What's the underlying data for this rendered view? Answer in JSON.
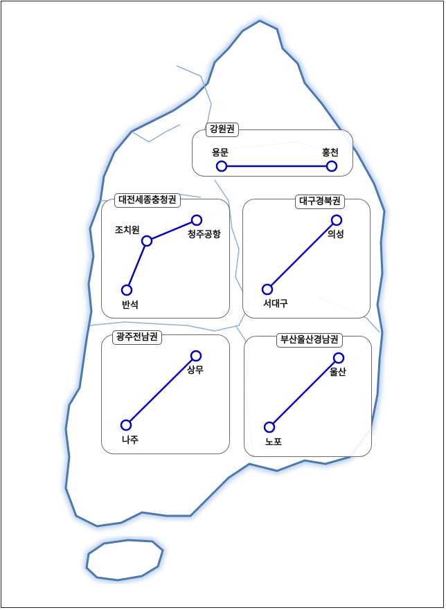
{
  "map": {
    "line_color": "#0000cc",
    "land_fill": "#ffffff",
    "coast_color": "#4a78b0",
    "border_color": "#8fb0d8"
  },
  "regions": [
    {
      "id": "gangwon",
      "name": "강원권",
      "stations": [
        {
          "id": "yongmun",
          "name": "용문"
        },
        {
          "id": "hongcheon",
          "name": "홍천"
        }
      ]
    },
    {
      "id": "chungcheong",
      "name": "대전세종충청권",
      "stations": [
        {
          "id": "jochiwon",
          "name": "조치원"
        },
        {
          "id": "cheongju-airport",
          "name": "청주공항"
        },
        {
          "id": "banseok",
          "name": "반석"
        }
      ]
    },
    {
      "id": "daegu",
      "name": "대구경북권",
      "stations": [
        {
          "id": "uiseong",
          "name": "의성"
        },
        {
          "id": "seodaegu",
          "name": "서대구"
        }
      ]
    },
    {
      "id": "gwangju",
      "name": "광주전남권",
      "stations": [
        {
          "id": "sangmu",
          "name": "상무"
        },
        {
          "id": "naju",
          "name": "나주"
        }
      ]
    },
    {
      "id": "busan",
      "name": "부산울산경남권",
      "stations": [
        {
          "id": "ulsan",
          "name": "울산"
        },
        {
          "id": "nopo",
          "name": "노포"
        }
      ]
    }
  ]
}
